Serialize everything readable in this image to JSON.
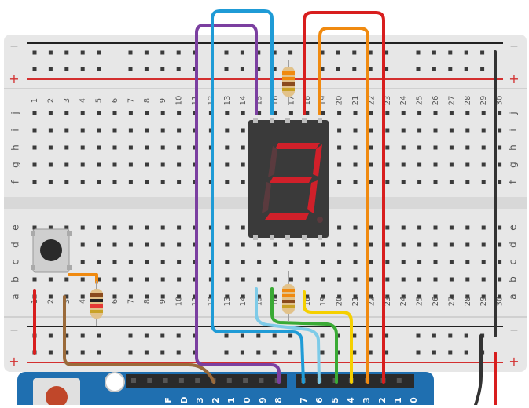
{
  "breadboard": {
    "columns": [
      "1",
      "2",
      "3",
      "4",
      "5",
      "6",
      "7",
      "8",
      "9",
      "10",
      "11",
      "12",
      "13",
      "14",
      "15",
      "16",
      "17",
      "18",
      "19",
      "20",
      "21",
      "22",
      "23",
      "24",
      "25",
      "26",
      "27",
      "28",
      "29",
      "30"
    ],
    "rows_top": [
      "j",
      "i",
      "h",
      "g",
      "f"
    ],
    "rows_bottom": [
      "e",
      "d",
      "c",
      "b",
      "a"
    ],
    "rail_minus": "−",
    "rail_plus": "+",
    "rail_minus_color": "#222222",
    "rail_plus_color": "#d32f2f"
  },
  "display": {
    "type": "seven-segment",
    "shown_digit": "3",
    "segment_on_color": "#d0202a",
    "segment_off_color": "#5a3a3e"
  },
  "arduino": {
    "pin_labels": [
      "F",
      "D",
      "3",
      "2",
      "1",
      "0",
      "9",
      "8",
      "7",
      "6",
      "5",
      "4",
      "3",
      "2",
      "1",
      "0"
    ],
    "board_color": "#1f6fb0"
  },
  "wires": {
    "purple": "#7b3fa0",
    "blue": "#1f9bd6",
    "red": "#d81e1e",
    "orange": "#f08a10",
    "lightblue": "#7ecbe8",
    "green": "#3aaa35",
    "yellow": "#f5d000",
    "brown": "#9a6a3a",
    "black": "#333333"
  }
}
